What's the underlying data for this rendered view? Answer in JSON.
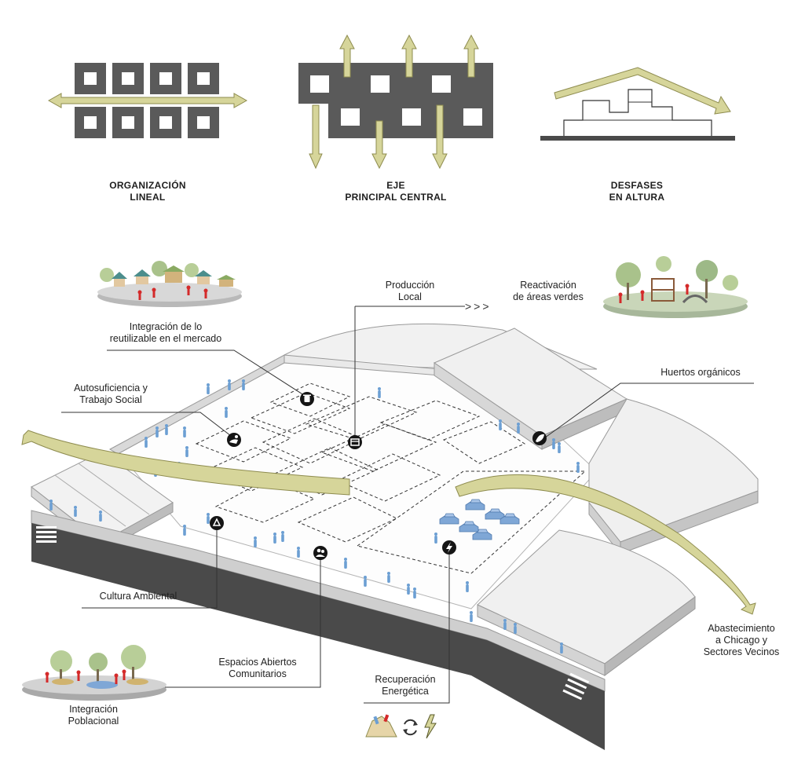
{
  "concepts": {
    "linear": {
      "line1": "ORGANIZACIÓN",
      "line2": "LINEAL"
    },
    "axis": {
      "line1": "EJE",
      "line2": "PRINCIPAL CENTRAL"
    },
    "height": {
      "line1": "DESFASES",
      "line2": "EN ALTURA"
    }
  },
  "callouts": {
    "produccion": {
      "line1": "Producción",
      "line2": "Local"
    },
    "reactivacion": {
      "line1": "Reactivación",
      "line2": "de áreas verdes"
    },
    "reutilizable": {
      "line1": "Integración de lo",
      "line2": "reutilizable en el mercado"
    },
    "huertos": {
      "line1": "Huertos orgánicos"
    },
    "autosuficiencia": {
      "line1": "Autosuficiencia y",
      "line2": "Trabajo Social"
    },
    "cultura": {
      "line1": "Cultura Ambiental"
    },
    "espacios": {
      "line1": "Espacios Abiertos",
      "line2": "Comunitarios"
    },
    "recuperacion": {
      "line1": "Recuperación",
      "line2": "Energética"
    },
    "integracion": {
      "line1": "Integración",
      "line2": "Poblacional"
    },
    "abastecimiento": {
      "line1": "Abastecimiento",
      "line2": "a Chicago y",
      "line3": "Sectores Vecinos"
    }
  },
  "arrows_text": "> > >",
  "colors": {
    "arrow_fill": "#d6d59a",
    "arrow_stroke": "#8e8c4f",
    "block": "#5a5a5a",
    "ground": "#4a4a4a",
    "person": "#6c9fd3",
    "car": "#7fa7d6",
    "accent_red": "#d42a2a"
  },
  "icons": [
    "trash-icon",
    "market-stall-icon",
    "hand-plant-icon",
    "leaf-hand-icon",
    "recycle-icon",
    "community-icon",
    "lightning-icon"
  ]
}
